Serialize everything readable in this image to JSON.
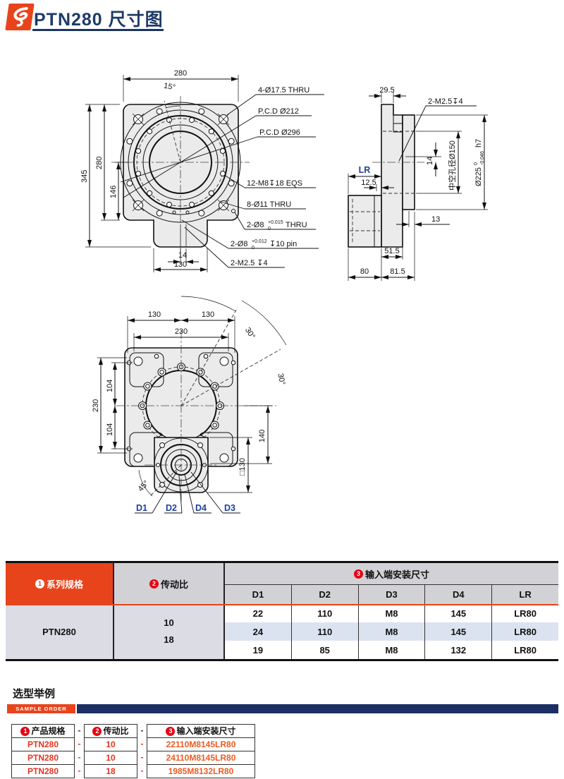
{
  "header": {
    "title": "PTN280 尺寸图"
  },
  "colors": {
    "accent_orange": "#e8441c",
    "navy": "#1b3564",
    "badge_red": "#e60012",
    "dim_blue": "#1d3f9e"
  },
  "front_view": {
    "d_top": "280",
    "d_angle": "15°",
    "d_total": "345",
    "d_body": "280",
    "d_center": "146",
    "d_pin": "14",
    "d_tab": "130",
    "c_corner": "4-Ø17.5 THRU",
    "c_pcd212": "P.C.D Ø212",
    "c_pcd296": "P.C.D Ø296",
    "c_m8": "12-M8↧18 EQS",
    "c_11": "8-Ø11 THRU",
    "c_fit_pre": "2-Ø8",
    "c_fit_sup": "+0.015",
    "c_fit_sub": "0",
    "c_fit_post": "THRU",
    "c_pin_pre": "2-Ø8",
    "c_pin_sup": "+0.012",
    "c_pin_sub": "0",
    "c_pin_post": "↧10 pin",
    "c_m25": "2-M2.5 ↧4"
  },
  "side_view": {
    "d_29": "29.5",
    "c_m25": "2-M2.5↧4",
    "d_14": "14",
    "bore": "中空孔径Ø150",
    "fl_pre": "Ø225",
    "fl_sup": "0",
    "fl_sub": "-0.046",
    "fl_post": "h7",
    "lr": "LR",
    "d_125": "12.5",
    "d_13": "13",
    "d_515": "51.5",
    "d_80": "80",
    "d_815": "81.5"
  },
  "bottom_view": {
    "d_130a": "130",
    "d_130b": "130",
    "d_230t": "230",
    "d_230l": "230",
    "d_104a": "104",
    "d_104b": "104",
    "d_140": "140",
    "d_sq": "□130",
    "a_30a": "30°",
    "a_30b": "30°",
    "a_45": "45°",
    "d1": "D1",
    "d2": "D2",
    "d4": "D4",
    "d3": "D3"
  },
  "spec_table": {
    "series_num": "1",
    "series_label": "系列规格",
    "ratio_num": "2",
    "ratio_label": "传动比",
    "input_num": "3",
    "input_label": "输入端安装尺寸",
    "sub": [
      "D1",
      "D2",
      "D3",
      "D4",
      "LR"
    ],
    "series_value": "PTN280",
    "ratio_values": [
      "10",
      "18"
    ],
    "rows": [
      [
        "22",
        "110",
        "M8",
        "145",
        "LR80"
      ],
      [
        "24",
        "110",
        "M8",
        "145",
        "LR80"
      ],
      [
        "19",
        "85",
        "M8",
        "132",
        "LR80"
      ]
    ]
  },
  "sample": {
    "heading": "选型举例",
    "tag": "SAMPLE ORDER",
    "dash": "-",
    "c1": {
      "num": "1",
      "label": "产品规格",
      "rows": [
        "PTN280",
        "PTN280",
        "PTN280"
      ]
    },
    "c2": {
      "num": "2",
      "label": "传动比",
      "rows": [
        "10",
        "10",
        "18"
      ]
    },
    "c3": {
      "num": "3",
      "label": "输入端安装尺寸",
      "rows": [
        "22110M8145LR80",
        "24110M8145LR80",
        "1985M8132LR80"
      ]
    }
  }
}
